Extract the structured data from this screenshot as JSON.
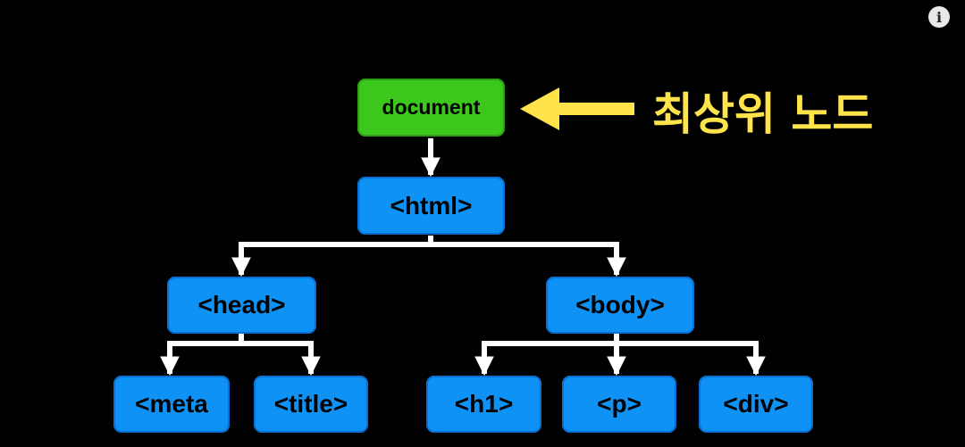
{
  "colors": {
    "background": "#000000",
    "node_blue": "#0f92f5",
    "node_green": "#3cc71c",
    "connector": "#ffffff",
    "callout": "#ffe34a"
  },
  "nodes": {
    "document": "document",
    "html": "<html>",
    "head": "<head>",
    "body": "<body>",
    "meta": "<meta",
    "title": "<title>",
    "h1": "<h1>",
    "p": "<p>",
    "div": "<div>"
  },
  "callout": {
    "text": "최상위 노드"
  },
  "info_button": {
    "icon": "info-icon",
    "glyph": "i"
  }
}
